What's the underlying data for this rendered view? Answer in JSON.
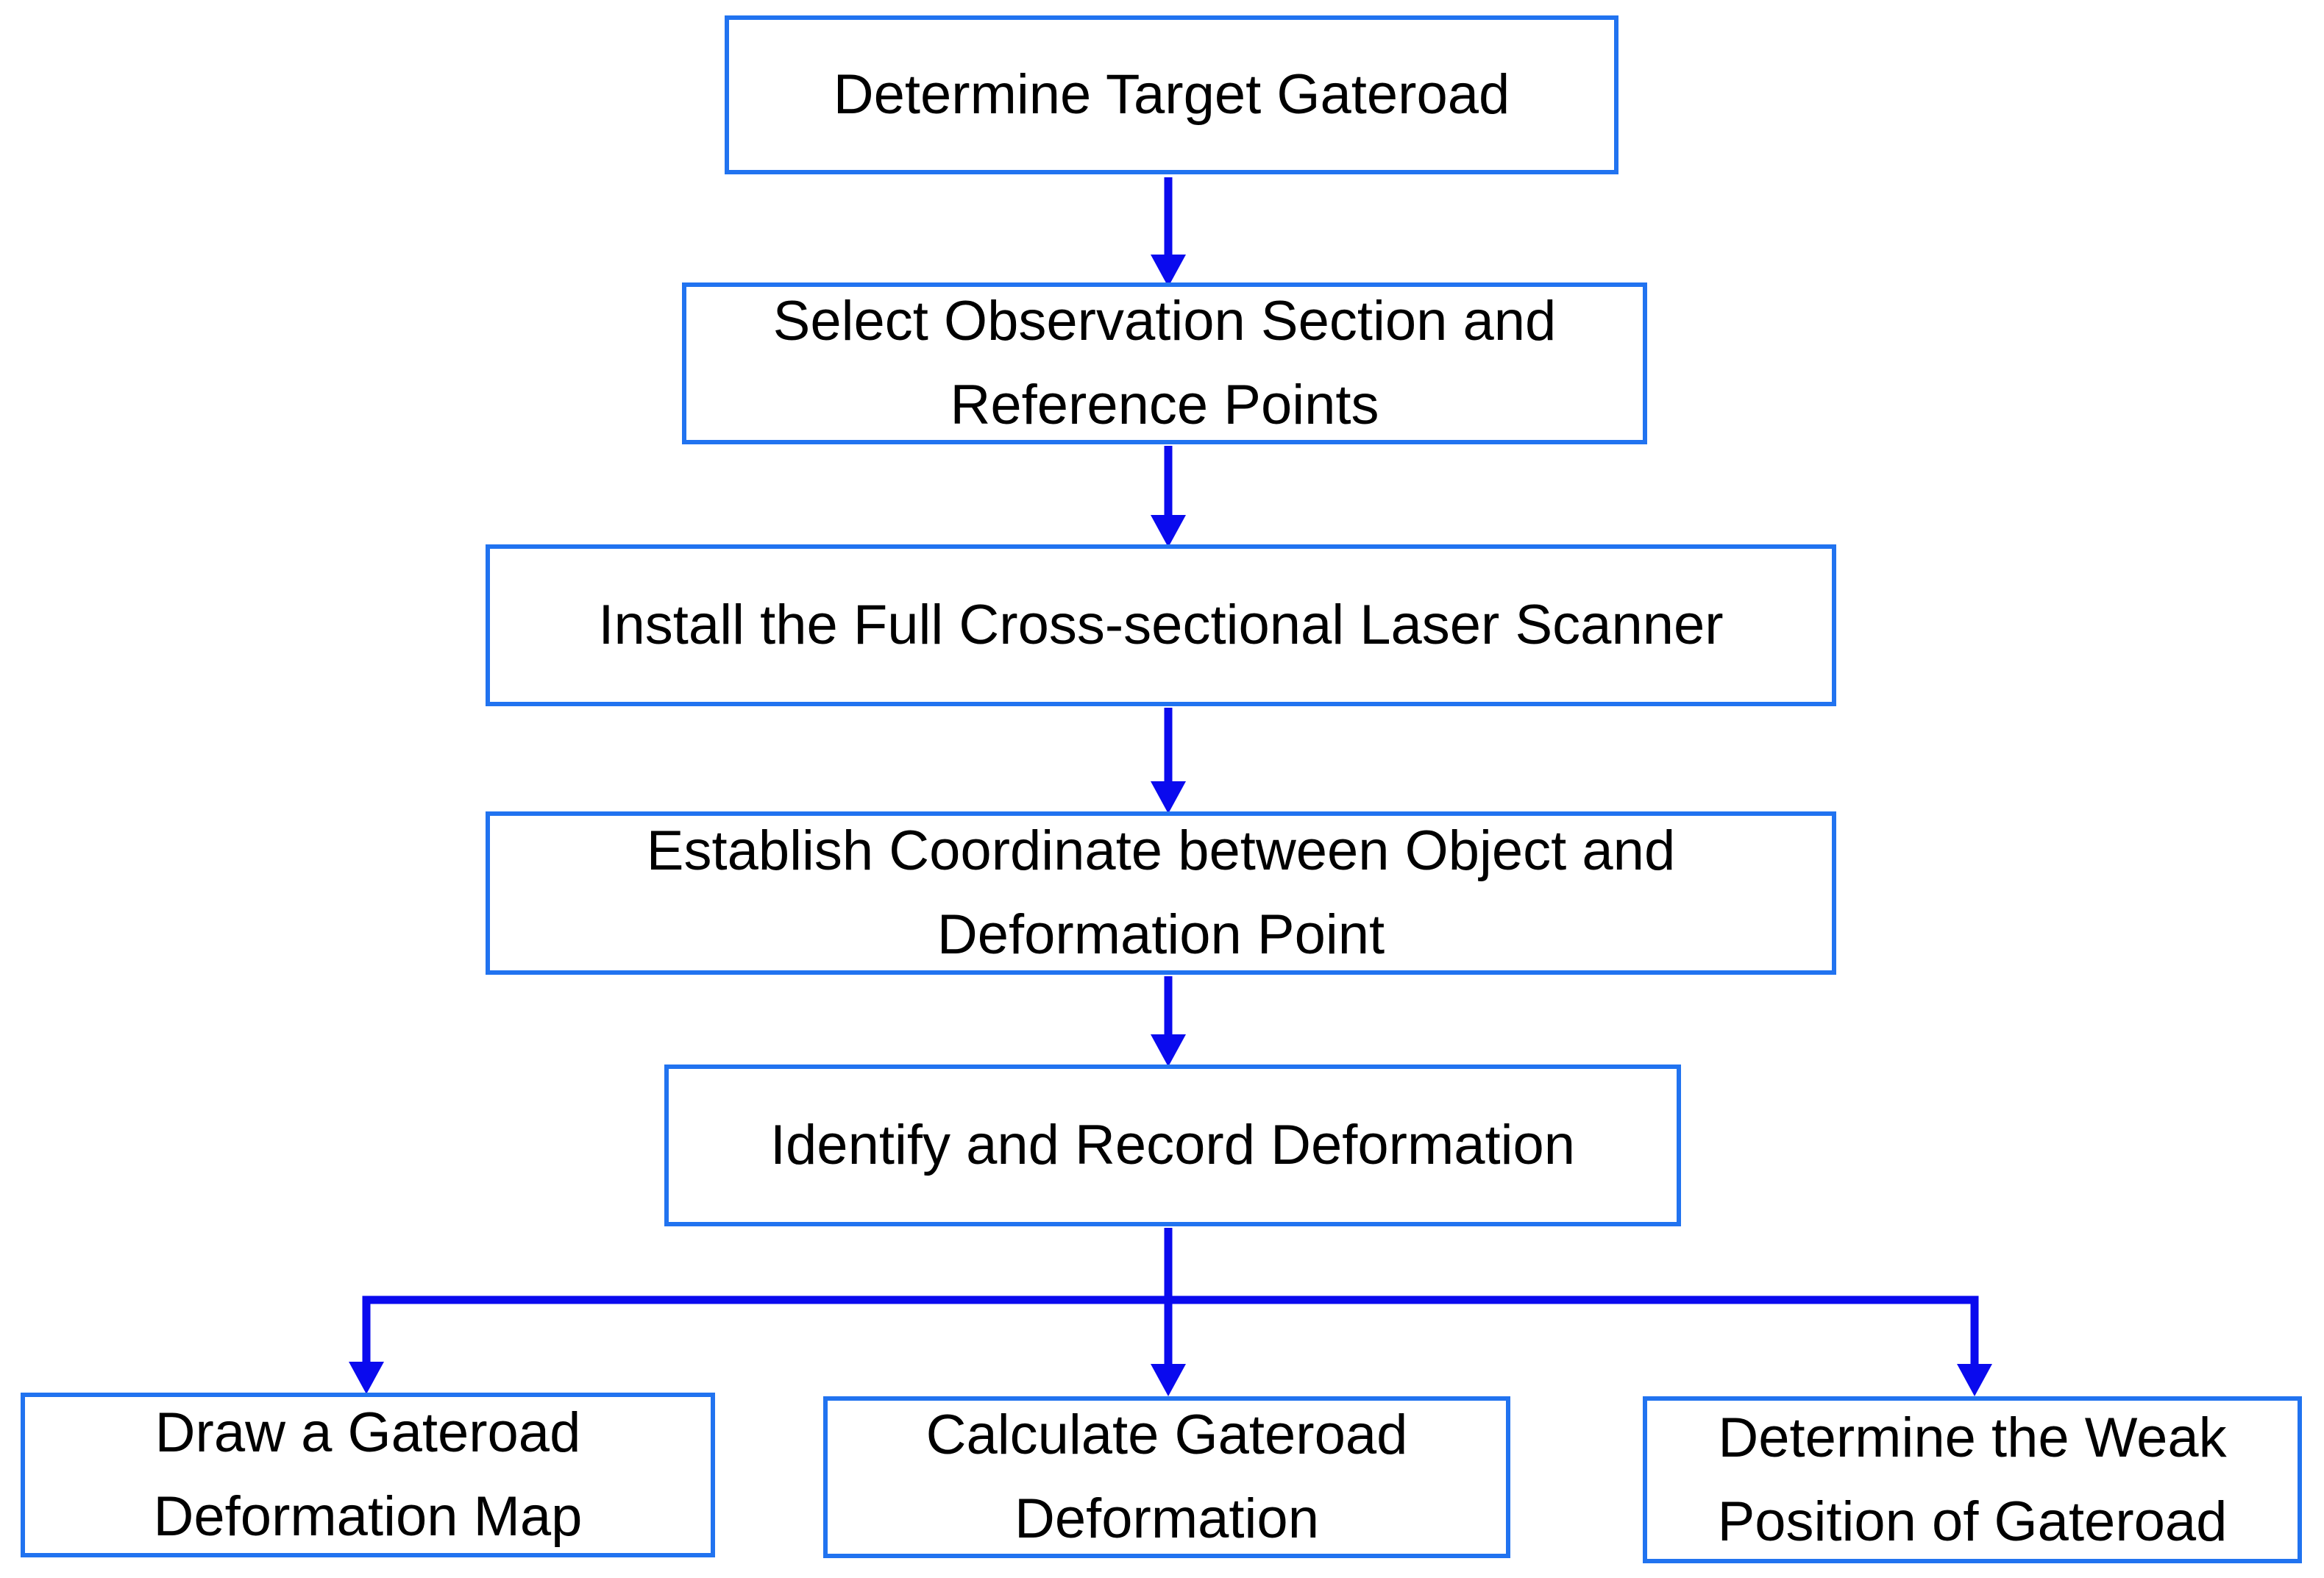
{
  "diagram": {
    "type": "flowchart",
    "colors": {
      "background": "#ffffff",
      "box_border": "#2173f0",
      "box_fill": "#ffffff",
      "arrow": "#0a0aee",
      "text": "#000000"
    },
    "nodes": [
      {
        "id": "determine-target-gateroad",
        "label": "Determine Target Gateroad",
        "lines": [
          "Determine Target Gateroad"
        ]
      },
      {
        "id": "select-observation-section",
        "label": "Select Observation Section and Reference Points",
        "lines": [
          "Select Observation Section and",
          "Reference Points"
        ]
      },
      {
        "id": "install-laser-scanner",
        "label": "Install the Full Cross-sectional Laser Scanner",
        "lines": [
          "Install the Full Cross-sectional Laser Scanner"
        ]
      },
      {
        "id": "establish-coordinate",
        "label": "Establish Coordinate between Object and Deformation Point",
        "lines": [
          "Establish Coordinate between Object and",
          "Deformation Point"
        ]
      },
      {
        "id": "identify-record-deformation",
        "label": "Identify and Record Deformation",
        "lines": [
          "Identify and Record Deformation"
        ]
      },
      {
        "id": "draw-deformation-map",
        "label": "Draw a Gateroad Deformation Map",
        "lines": [
          "Draw a Gateroad",
          "Deformation Map"
        ]
      },
      {
        "id": "calculate-deformation",
        "label": "Calculate Gateroad Deformation",
        "lines": [
          "Calculate Gateroad",
          "Deformation"
        ]
      },
      {
        "id": "determine-weak-position",
        "label": "Determine the Weak Position of Gateroad",
        "lines": [
          "Determine the Weak",
          "Position of Gateroad"
        ]
      }
    ],
    "edges": [
      {
        "from": "Determine Target Gateroad",
        "to": "Select Observation Section and Reference Points"
      },
      {
        "from": "Select Observation Section and Reference Points",
        "to": "Install the Full Cross-sectional Laser Scanner"
      },
      {
        "from": "Install the Full Cross-sectional Laser Scanner",
        "to": "Establish Coordinate between Object and Deformation Point"
      },
      {
        "from": "Establish Coordinate between Object and Deformation Point",
        "to": "Identify and Record Deformation"
      },
      {
        "from": "Identify and Record Deformation",
        "to": "Draw a Gateroad Deformation Map"
      },
      {
        "from": "Identify and Record Deformation",
        "to": "Calculate Gateroad Deformation"
      },
      {
        "from": "Identify and Record Deformation",
        "to": "Determine the Weak Position of Gateroad"
      }
    ]
  }
}
